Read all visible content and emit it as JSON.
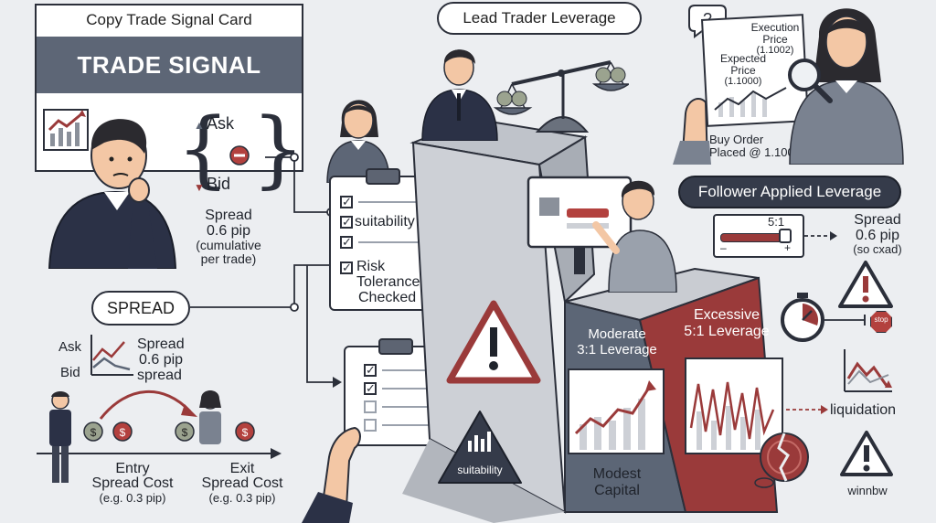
{
  "card": {
    "title": "Copy Trade Signal Card",
    "banner": "TRADE SIGNAL",
    "ask": "Ask",
    "bid": "Bid",
    "spread_line1": "Spread",
    "spread_line2": "0.6 pip",
    "spread_line3": "(cumulative",
    "spread_line4": "per trade)"
  },
  "spread_pill": "SPREAD",
  "mini_spread": {
    "ask": "Ask",
    "bid": "Bid",
    "line1": "Spread",
    "line2": "0.6 pip",
    "line3": "spread"
  },
  "flow": {
    "entry_line1": "Entry",
    "entry_line2": "Spread Cost",
    "entry_line3": "(e.g. 0.3 pip)",
    "exit_line1": "Exit",
    "exit_line2": "Spread Cost",
    "exit_line3": "(e.g. 0.3 pip)"
  },
  "checklist": {
    "item1": "suitability",
    "item2a": "Risk",
    "item2b": "Tolerance",
    "item2c": "Checked"
  },
  "lead_pill": "Lead Trader Leverage",
  "execution": {
    "exec_line1": "Execution",
    "exec_line2": "Price",
    "exec_line3": "(1.1002)",
    "exp_line1": "Expected",
    "exp_line2": "Price",
    "exp_line3": "(1.1000)",
    "buy_line1": "Buy Order",
    "buy_line2": "Placed @ 1.1000"
  },
  "follower_pill": "Follower Applied Leverage",
  "slider": {
    "ratio": "5:1",
    "minus": "–",
    "plus": "+",
    "spread_line1": "Spread",
    "spread_line2": "0.6 pip",
    "spread_line3": "(so cxad)"
  },
  "box": {
    "moderate_line1": "Moderate",
    "moderate_line2": "3:1 Leverage",
    "excessive_line1": "Excessive",
    "excessive_line2": "5:1 Leverage",
    "modest_line1": "Modest",
    "modest_line2": "Capital",
    "suitability": "suitability"
  },
  "right": {
    "stop": "stop",
    "liquidation": "liquidation",
    "warning": "winnbw"
  },
  "colors": {
    "dark": "#2b2f3a",
    "red": "#9a3a3a",
    "slate": "#5c6676",
    "grey": "#9aa1ac"
  }
}
